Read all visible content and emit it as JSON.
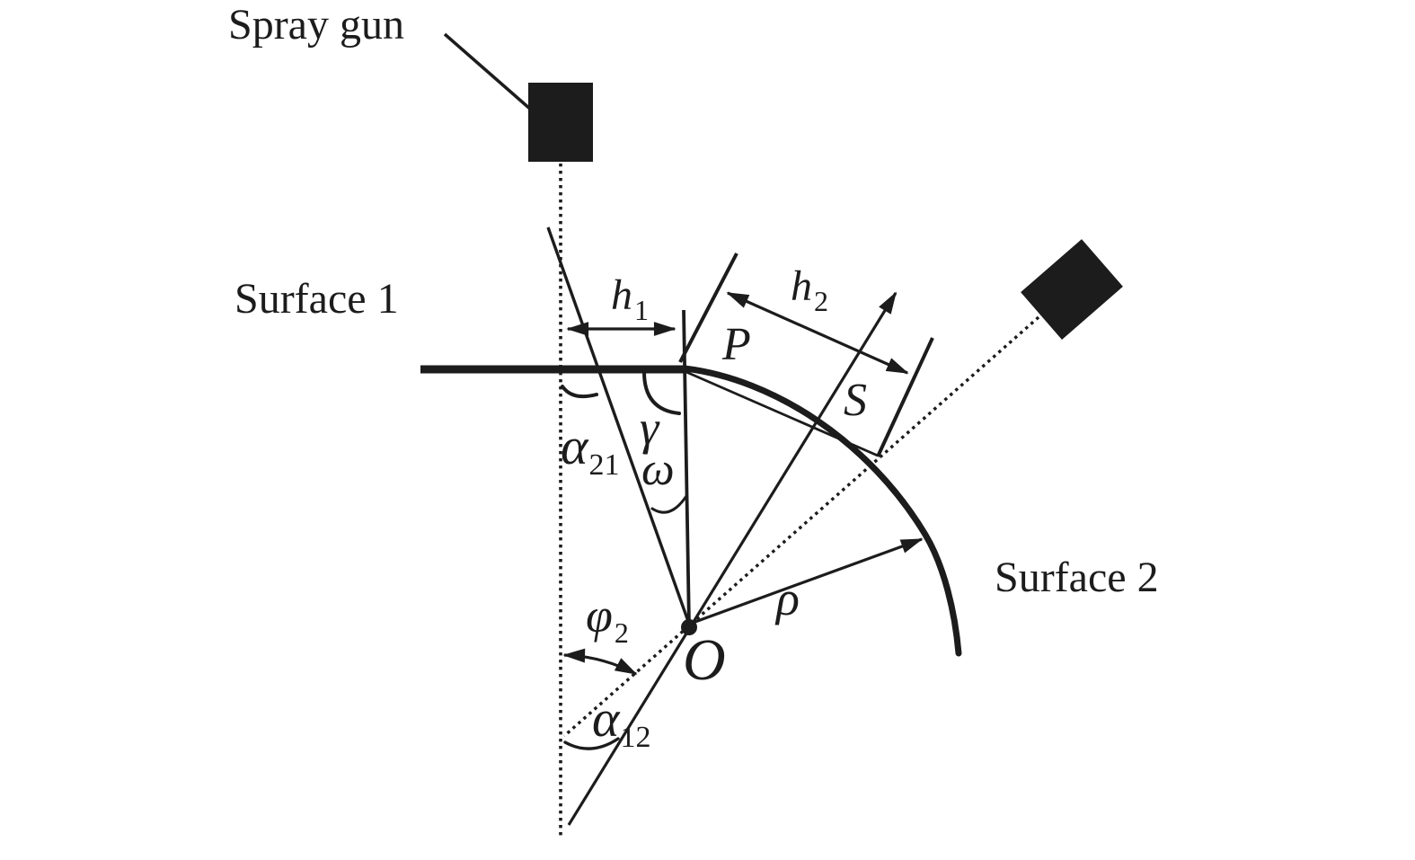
{
  "diagram": {
    "annotations": {
      "spray_gun": "Spray gun",
      "surface_1": "Surface 1",
      "surface_2": "Surface 2"
    },
    "points": {
      "P": "P",
      "S": "S",
      "O": "O"
    },
    "symbols": {
      "h1": {
        "base": "h",
        "sub": "1"
      },
      "h2": {
        "base": "h",
        "sub": "2"
      },
      "alpha21": {
        "base": "α",
        "sub": "21"
      },
      "alpha12": {
        "base": "α",
        "sub": "12"
      },
      "phi2": {
        "base": "φ",
        "sub": "2"
      },
      "gamma": "γ",
      "omega": "ω",
      "rho": "ρ"
    },
    "colors": {
      "ink": "#1c1c1c",
      "background": "#ffffff"
    }
  }
}
